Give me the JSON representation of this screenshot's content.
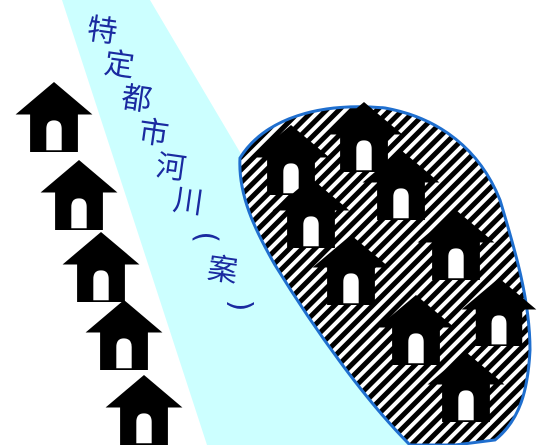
{
  "diagram": {
    "river_label": "特定都市河川(案)",
    "river_label_chars": [
      "特",
      "定",
      "都",
      "市",
      "河",
      "川",
      "(",
      "案",
      ")"
    ],
    "colors": {
      "river": "#ccffff",
      "houses": "#000000",
      "house_door": "#ffffff",
      "zone_outline": "#1f6fcf",
      "zone_hatch": "#000000",
      "label": "#1a2aa0"
    },
    "icons": {
      "house": "house-icon",
      "zone": "hatched-zone"
    }
  }
}
